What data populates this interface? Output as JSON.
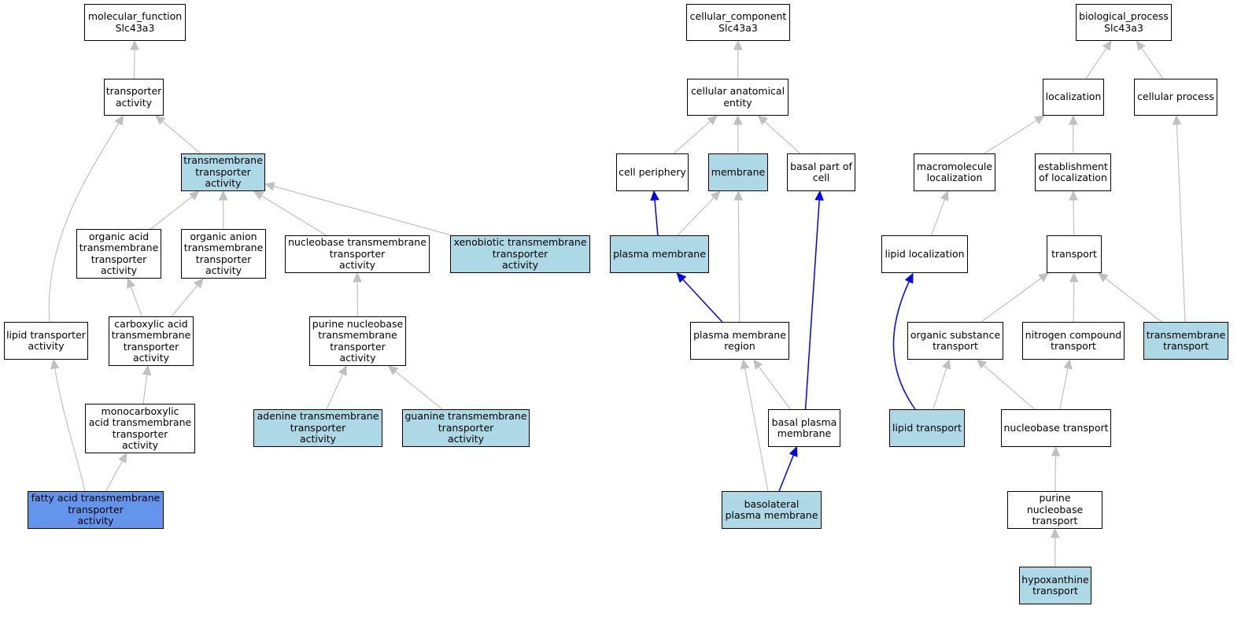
{
  "colors": {
    "edge_gray": "#c0c0c0",
    "edge_blue": "#0000ff",
    "fill_plain": "#ffffff",
    "fill_light": "#add8e6",
    "fill_focus": "#6495ed"
  },
  "nodes": [
    {
      "id": "mf",
      "label": "molecular_function\nSlc43a3",
      "fill": "plain"
    },
    {
      "id": "ta",
      "label": "transporter\nactivity",
      "fill": "plain"
    },
    {
      "id": "tta",
      "label": "transmembrane\ntransporter\nactivity",
      "fill": "light"
    },
    {
      "id": "oatta",
      "label": "organic acid\ntransmembrane\ntransporter\nactivity",
      "fill": "plain"
    },
    {
      "id": "oantta",
      "label": "organic anion\ntransmembrane\ntransporter\nactivity",
      "fill": "plain"
    },
    {
      "id": "nbtta",
      "label": "nucleobase transmembrane\ntransporter\nactivity",
      "fill": "plain"
    },
    {
      "id": "xtta",
      "label": "xenobiotic transmembrane\ntransporter\nactivity",
      "fill": "light"
    },
    {
      "id": "lta",
      "label": "lipid transporter\nactivity",
      "fill": "plain"
    },
    {
      "id": "catta",
      "label": "carboxylic acid\ntransmembrane\ntransporter\nactivity",
      "fill": "plain"
    },
    {
      "id": "pnbtta",
      "label": "purine nucleobase\ntransmembrane\ntransporter\nactivity",
      "fill": "plain"
    },
    {
      "id": "mcatta",
      "label": "monocarboxylic\nacid transmembrane\ntransporter\nactivity",
      "fill": "plain"
    },
    {
      "id": "atta",
      "label": "adenine transmembrane\ntransporter\nactivity",
      "fill": "light"
    },
    {
      "id": "gtta",
      "label": "guanine transmembrane\ntransporter\nactivity",
      "fill": "light"
    },
    {
      "id": "fatta",
      "label": "fatty acid transmembrane\ntransporter\nactivity",
      "fill": "focus"
    },
    {
      "id": "cc",
      "label": "cellular_component\nSlc43a3",
      "fill": "plain"
    },
    {
      "id": "cae",
      "label": "cellular anatomical\nentity",
      "fill": "plain"
    },
    {
      "id": "cp",
      "label": "cell periphery",
      "fill": "plain"
    },
    {
      "id": "mem",
      "label": "membrane",
      "fill": "light"
    },
    {
      "id": "bpc",
      "label": "basal part of\ncell",
      "fill": "plain"
    },
    {
      "id": "pm",
      "label": "plasma membrane",
      "fill": "light"
    },
    {
      "id": "pmr",
      "label": "plasma membrane\nregion",
      "fill": "plain"
    },
    {
      "id": "bpm",
      "label": "basal plasma\nmembrane",
      "fill": "plain"
    },
    {
      "id": "blpm",
      "label": "basolateral\nplasma membrane",
      "fill": "light"
    },
    {
      "id": "bp",
      "label": "biological_process\nSlc43a3",
      "fill": "plain"
    },
    {
      "id": "loc",
      "label": "localization",
      "fill": "plain"
    },
    {
      "id": "cproc",
      "label": "cellular process",
      "fill": "plain"
    },
    {
      "id": "mloc",
      "label": "macromolecule\nlocalization",
      "fill": "plain"
    },
    {
      "id": "eloc",
      "label": "establishment\nof localization",
      "fill": "plain"
    },
    {
      "id": "lloc",
      "label": "lipid localization",
      "fill": "plain"
    },
    {
      "id": "tr",
      "label": "transport",
      "fill": "plain"
    },
    {
      "id": "ost",
      "label": "organic substance\ntransport",
      "fill": "plain"
    },
    {
      "id": "nct",
      "label": "nitrogen compound\ntransport",
      "fill": "plain"
    },
    {
      "id": "tmt",
      "label": "transmembrane\ntransport",
      "fill": "light"
    },
    {
      "id": "lt",
      "label": "lipid transport",
      "fill": "light"
    },
    {
      "id": "nbt",
      "label": "nucleobase transport",
      "fill": "plain"
    },
    {
      "id": "pnbt",
      "label": "purine nucleobase\ntransport",
      "fill": "plain"
    },
    {
      "id": "hxt",
      "label": "hypoxanthine\ntransport",
      "fill": "light"
    }
  ],
  "edges": [
    {
      "from": "ta",
      "to": "mf",
      "color": "gray"
    },
    {
      "from": "tta",
      "to": "ta",
      "color": "gray"
    },
    {
      "from": "lta",
      "to": "ta",
      "color": "gray"
    },
    {
      "from": "oatta",
      "to": "tta",
      "color": "gray"
    },
    {
      "from": "oantta",
      "to": "tta",
      "color": "gray"
    },
    {
      "from": "nbtta",
      "to": "tta",
      "color": "gray"
    },
    {
      "from": "xtta",
      "to": "tta",
      "color": "gray"
    },
    {
      "from": "catta",
      "to": "oatta",
      "color": "gray"
    },
    {
      "from": "catta",
      "to": "oantta",
      "color": "gray"
    },
    {
      "from": "pnbtta",
      "to": "nbtta",
      "color": "gray"
    },
    {
      "from": "mcatta",
      "to": "catta",
      "color": "gray"
    },
    {
      "from": "atta",
      "to": "pnbtta",
      "color": "gray"
    },
    {
      "from": "gtta",
      "to": "pnbtta",
      "color": "gray"
    },
    {
      "from": "fatta",
      "to": "lta",
      "color": "gray"
    },
    {
      "from": "fatta",
      "to": "mcatta",
      "color": "gray"
    },
    {
      "from": "cae",
      "to": "cc",
      "color": "gray"
    },
    {
      "from": "cp",
      "to": "cae",
      "color": "gray"
    },
    {
      "from": "mem",
      "to": "cae",
      "color": "gray"
    },
    {
      "from": "bpc",
      "to": "cae",
      "color": "gray"
    },
    {
      "from": "pm",
      "to": "cp",
      "color": "blue"
    },
    {
      "from": "pm",
      "to": "mem",
      "color": "gray"
    },
    {
      "from": "pmr",
      "to": "mem",
      "color": "gray"
    },
    {
      "from": "pmr",
      "to": "pm",
      "color": "blue"
    },
    {
      "from": "bpm",
      "to": "pmr",
      "color": "gray"
    },
    {
      "from": "bpm",
      "to": "bpc",
      "color": "blue"
    },
    {
      "from": "blpm",
      "to": "pmr",
      "color": "gray"
    },
    {
      "from": "blpm",
      "to": "bpm",
      "color": "blue"
    },
    {
      "from": "loc",
      "to": "bp",
      "color": "gray"
    },
    {
      "from": "cproc",
      "to": "bp",
      "color": "gray"
    },
    {
      "from": "mloc",
      "to": "loc",
      "color": "gray"
    },
    {
      "from": "eloc",
      "to": "loc",
      "color": "gray"
    },
    {
      "from": "lloc",
      "to": "mloc",
      "color": "gray"
    },
    {
      "from": "tr",
      "to": "eloc",
      "color": "gray"
    },
    {
      "from": "ost",
      "to": "tr",
      "color": "gray"
    },
    {
      "from": "nct",
      "to": "tr",
      "color": "gray"
    },
    {
      "from": "tmt",
      "to": "tr",
      "color": "gray"
    },
    {
      "from": "tmt",
      "to": "cproc",
      "color": "gray"
    },
    {
      "from": "lt",
      "to": "lloc",
      "color": "blue"
    },
    {
      "from": "lt",
      "to": "ost",
      "color": "gray"
    },
    {
      "from": "nbt",
      "to": "ost",
      "color": "gray"
    },
    {
      "from": "nbt",
      "to": "nct",
      "color": "gray"
    },
    {
      "from": "pnbt",
      "to": "nbt",
      "color": "gray"
    },
    {
      "from": "hxt",
      "to": "pnbt",
      "color": "gray"
    }
  ]
}
